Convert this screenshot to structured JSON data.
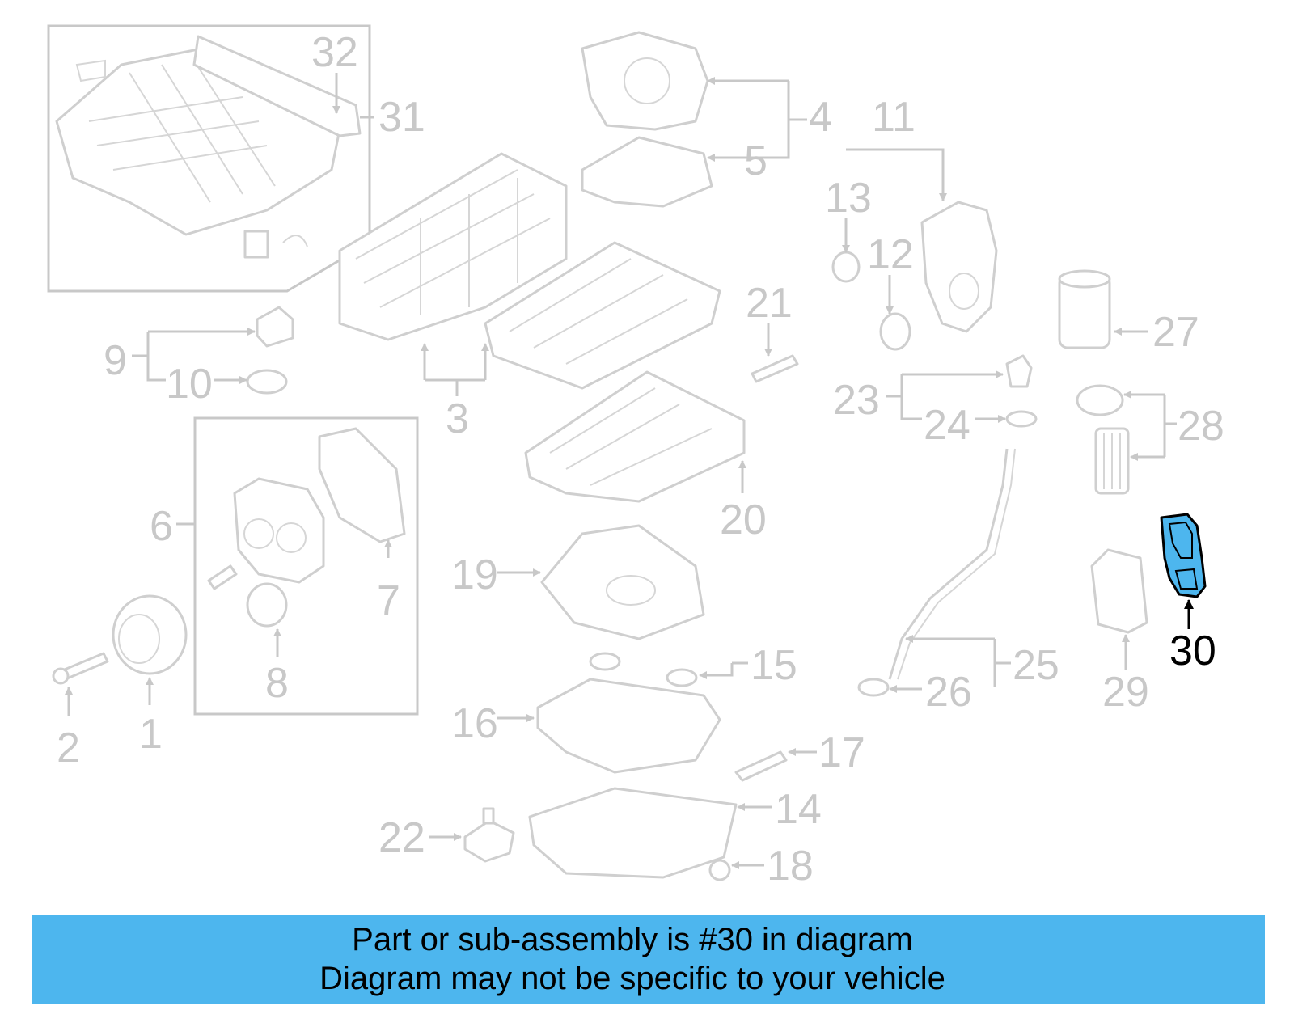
{
  "diagram": {
    "highlighted_part": "30",
    "highlight_color": "#4db6ee",
    "callout_numbers": {
      "n1": "1",
      "n2": "2",
      "n3": "3",
      "n4": "4",
      "n5": "5",
      "n6": "6",
      "n7": "7",
      "n8": "8",
      "n9": "9",
      "n10": "10",
      "n11": "11",
      "n12": "12",
      "n13": "13",
      "n14": "14",
      "n15": "15",
      "n16": "16",
      "n17": "17",
      "n18": "18",
      "n19": "19",
      "n20": "20",
      "n21": "21",
      "n22": "22",
      "n23": "23",
      "n24": "24",
      "n25": "25",
      "n26": "26",
      "n27": "27",
      "n28": "28",
      "n29": "29",
      "n30": "30",
      "n31": "31",
      "n32": "32"
    }
  },
  "banner": {
    "line1": "Part or sub-assembly is #30 in diagram",
    "line2": "Diagram may not be specific to your vehicle",
    "background": "#4db6ee"
  }
}
